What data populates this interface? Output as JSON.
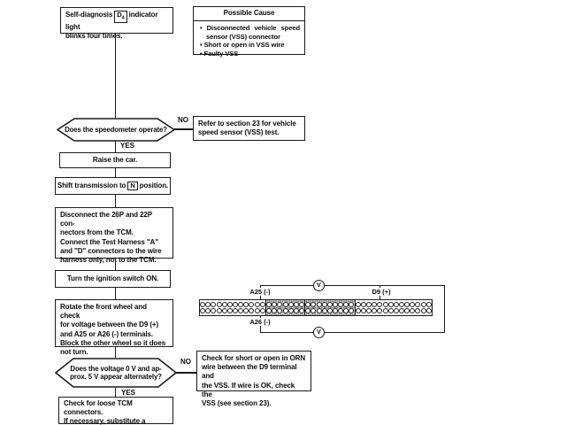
{
  "flow": {
    "start_pre": "Self-diagnosis",
    "start_code": "D",
    "start_code_sub": "4",
    "start_post": "indicator light\nblinks four times.",
    "q_speedometer": "Does the speedometer operate?",
    "no_label": "NO",
    "yes_label": "YES",
    "refer_box": "Refer to section 23 for vehicle\nspeed sensor (VSS) test.",
    "raise_box": "Raise the car.",
    "shift_pre": "Shift transmission to",
    "shift_code": "N",
    "shift_post": "position.",
    "disconnect_box": "Disconnect the 26P and 22P con-\nnectors from the TCM.\nConnect the Test Harness \"A\"\nand \"D\" connectors to the wire\nharness only, not to the TCM.",
    "ignition_box": "Turn the ignition switch ON.",
    "rotate_box": "Rotate the front wheel and check\nfor voltage between the D9 (+)\nand A25 or A26 (-) terminals.\nBlock the other wheel so it does\nnot turn.",
    "q_voltage": "Does the voltage 0 V and ap-\nprox. 5 V appear alternately?",
    "orn_box": "Check for short or open in ORN\nwire between the D9 terminal and\nthe VSS. If wire is OK, check the\nVSS (see section 23).",
    "final_box": "Check for loose TCM connectors.\nIf necessary, substitute a known-\ngood TCM and recheck."
  },
  "possible_cause": {
    "title": "Possible Cause",
    "items": [
      "• Disconnected vehicle speed sensor (VSS) connector",
      "• Short or open in VSS wire",
      "• Faulty VSS"
    ]
  },
  "connector": {
    "label_a25": "A25 (-)",
    "label_d9": "D9 (+)",
    "label_a26": "A26 (-)",
    "voltmeter": "V",
    "blocks": [
      {
        "cols": 12,
        "shaded": false
      },
      {
        "cols": 7,
        "shaded": true
      },
      {
        "cols": 9,
        "shaded": true
      },
      {
        "cols": 14,
        "shaded": false
      }
    ]
  },
  "colors": {
    "line": "#1a1a1a",
    "shade": "#cfcfcf",
    "background": "#ffffff"
  }
}
